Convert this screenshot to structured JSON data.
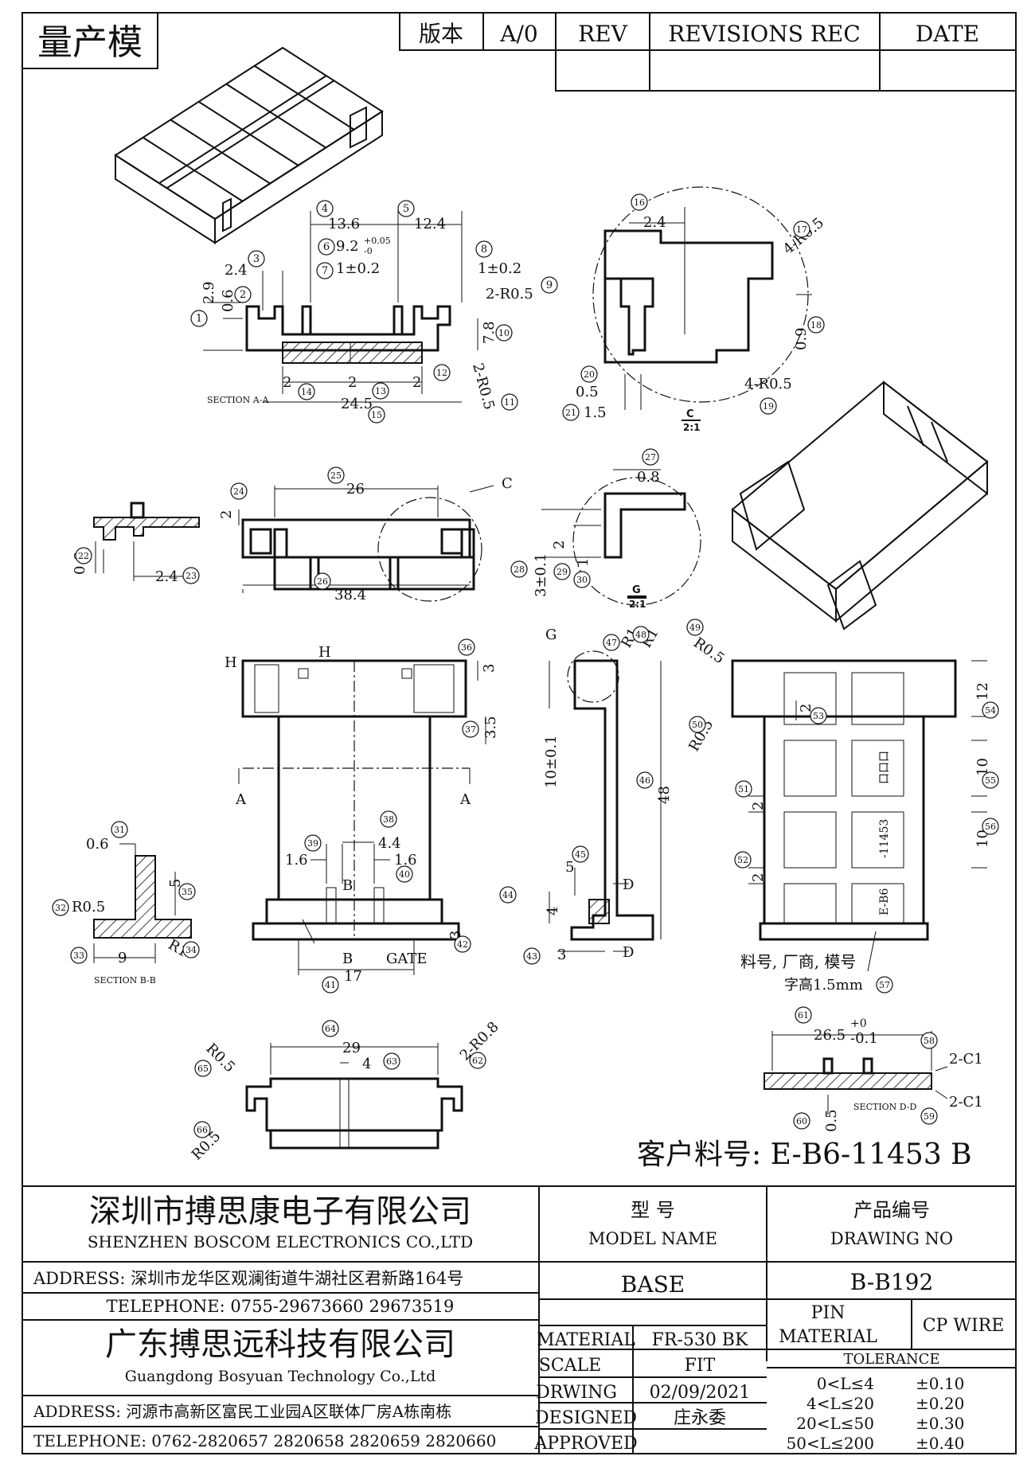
{
  "corner_label": "量产模",
  "revision_block": {
    "version_label": "版本",
    "version_value": "A/0",
    "rev_header": "REV",
    "revisions_header": "REVISIONS REC",
    "date_header": "DATE"
  },
  "view_labels": {
    "section_aa": "SECTION A-A",
    "section_bb": "SECTION B-B",
    "section_dd": "SECTION D-D",
    "detail_c_letter": "C",
    "detail_c_scale": "2:1",
    "detail_g_letter": "G",
    "detail_g_scale": "2:1",
    "gate": "GATE",
    "marking_note_1": "料号, 厂商, 模号",
    "marking_note_2": "字高1.5mm",
    "mark_text_1": "口口口",
    "mark_text_2": "-11453",
    "mark_text_3": "E-B6"
  },
  "dimensions": {
    "d13_6": "13.6",
    "d12_4": "12.4",
    "d9_2": "9.2",
    "d9_2_tol_up": "+0.05",
    "d9_2_tol_dn": "-0",
    "d1_02a": "1±0.2",
    "d1_02b": "1±0.2",
    "d2_4": "2.4",
    "d2_9": "2.9",
    "d0_6": "0.6",
    "d2_r05": "2-R0.5",
    "d7_8": "7.8",
    "d2a": "2",
    "d2b": "2",
    "d2c": "2",
    "d24_5": "24.5",
    "d2_r05b": "2-R0.5",
    "c_2_4": "2.4",
    "c_r05": "4-R0.5",
    "c_r05b": "4-R0.5",
    "c_0_9": "0.9",
    "c_0_5": "0.5",
    "c_1_5": "1.5",
    "f26": "26",
    "f38_4": "38.4",
    "f2": "2",
    "f2_4": "2.4",
    "f0_6": "0.6",
    "f_c": "C",
    "g0_8": "0.8",
    "g3_01": "3±0.1",
    "g2": "2",
    "g1": "1",
    "t_h": "H",
    "t_a": "A",
    "t_b": "B",
    "t_3": "3",
    "t_3_5": "3.5",
    "t_4_4": "4.4",
    "t_1_6a": "1.6",
    "t_1_6b": "1.6",
    "t_17": "17",
    "t_3b": "3",
    "b_0_6": "0.6",
    "b_r05": "R0.5",
    "b_5": "5",
    "b_r1": "R1",
    "b_9": "9",
    "s_g": "G",
    "s_r1a": "R1",
    "s_r1b": "R1",
    "s_10_01": "10±0.1",
    "s_48": "48",
    "s_5": "5",
    "s_4": "4",
    "s_3": "3",
    "s_d": "D",
    "p_r05a": "R0.5",
    "p_r05b": "R0.5",
    "p_12": "12",
    "p_2a": "2",
    "p_10a": "10",
    "p_2b": "2",
    "p_10b": "10",
    "p_2c": "2",
    "bt_29": "29",
    "bt_4": "4",
    "bt_r08": "2-R0.8",
    "bt_r05a": "R0.5",
    "bt_r05b": "R0.5",
    "dd_26_5": "26.5",
    "dd_tol_up": "+0",
    "dd_tol_dn": "-0.1",
    "dd_c1a": "2-C1",
    "dd_c1b": "2-C1",
    "dd_0_5": "0.5"
  },
  "bubbles": [
    "1",
    "2",
    "3",
    "4",
    "5",
    "6",
    "7",
    "8",
    "9",
    "10",
    "11",
    "12",
    "13",
    "14",
    "15",
    "16",
    "17",
    "18",
    "19",
    "20",
    "21",
    "22",
    "23",
    "24",
    "25",
    "26",
    "27",
    "28",
    "29",
    "30",
    "31",
    "32",
    "33",
    "34",
    "35",
    "36",
    "37",
    "38",
    "39",
    "40",
    "41",
    "42",
    "43",
    "44",
    "45",
    "46",
    "47",
    "48",
    "49",
    "50",
    "51",
    "52",
    "53",
    "54",
    "55",
    "56",
    "57",
    "58",
    "59",
    "60",
    "61",
    "62",
    "63",
    "64",
    "65",
    "66"
  ],
  "customer_part": "客户料号: E-B6-11453 B",
  "title_block": {
    "company1_cn": "深圳市搏思康电子有限公司",
    "company1_en": "SHENZHEN BOSCOM ELECTRONICS CO.,LTD",
    "address1": "ADDRESS: 深圳市龙华区观澜街道牛湖社区君新路164号",
    "telephone1": "TELEPHONE: 0755-29673660 29673519",
    "company2_cn": "广东搏思远科技有限公司",
    "company2_en": "Guangdong Bosyuan Technology Co.,Ltd",
    "address2": "ADDRESS: 河源市高新区富民工业园A区联体厂房A栋南栋",
    "telephone2": "TELEPHONE: 0762-2820657 2820658 2820659 2820660",
    "model_label_cn": "型    号",
    "model_label_en": "MODEL NAME",
    "drawing_label_cn": "产品编号",
    "drawing_label_en": "DRAWING NO",
    "model_value": "BASE",
    "drawing_value": "B-B192",
    "material_label": "MATERIAL",
    "material_value": "FR-530 BK",
    "pin_material_label_1": "PIN",
    "pin_material_label_2": "MATERIAL",
    "pin_material_value": "CP WIRE",
    "scale_label": "SCALE",
    "scale_value": "FIT",
    "drawing_date_label": "DRWING",
    "drawing_date_value": "02/09/2021",
    "designed_label": "DESIGNED",
    "designed_value": "庄永委",
    "approved_label": "APPROVED",
    "approved_value": "",
    "tolerance_label": "TOLERANCE",
    "tolerance_rows": [
      {
        "range": "0<L≤4",
        "tol": "±0.10"
      },
      {
        "range": "4<L≤20",
        "tol": "±0.20"
      },
      {
        "range": "20<L≤50",
        "tol": "±0.30"
      },
      {
        "range": "50<L≤200",
        "tol": "±0.40"
      }
    ]
  }
}
